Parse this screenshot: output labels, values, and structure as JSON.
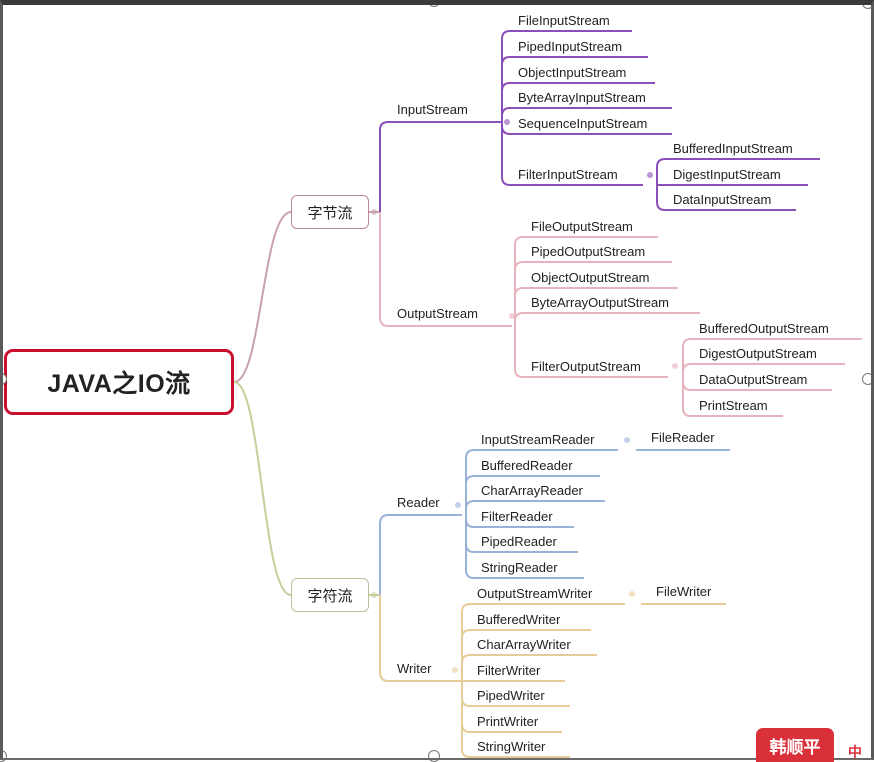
{
  "root": {
    "label": "JAVA之IO流"
  },
  "byte_stream": {
    "label": "字节流",
    "input": {
      "label": "InputStream",
      "children": [
        "FileInputStream",
        "PipedInputStream",
        "ObjectInputStream",
        "ByteArrayInputStream",
        "SequenceInputStream",
        "FilterInputStream"
      ],
      "filter_children": [
        "BufferedInputStream",
        "DigestInputStream",
        "DataInputStream"
      ]
    },
    "output": {
      "label": "OutputStream",
      "children": [
        "FileOutputStream",
        "PipedOutputStream",
        "ObjectOutputStream",
        "ByteArrayOutputStream",
        "FilterOutputStream"
      ],
      "filter_children": [
        "BufferedOutputStream",
        "DigestOutputStream",
        "DataOutputStream",
        "PrintStream"
      ]
    }
  },
  "char_stream": {
    "label": "字符流",
    "reader": {
      "label": "Reader",
      "children": [
        "InputStreamReader",
        "BufferedReader",
        "CharArrayReader",
        "FilterReader",
        "PipedReader",
        "StringReader"
      ],
      "isr_child": "FileReader"
    },
    "writer": {
      "label": "Writer",
      "children": [
        "OutputStreamWriter",
        "BufferedWriter",
        "CharArrayWriter",
        "FilterWriter",
        "PipedWriter",
        "PrintWriter",
        "StringWriter"
      ],
      "osw_child": "FileWriter"
    }
  },
  "stamp": {
    "label": "韩顺平",
    "extra": "中"
  },
  "colors": {
    "root_border": "#c8102e",
    "input_branch": "#8a4fb8",
    "output_branch": "#e7b3bd",
    "reader_branch": "#9bb2d8",
    "writer_branch": "#e8cc97",
    "byte_curve": "#c7a2ad",
    "char_curve": "#c5cf9a",
    "stamp": "#d9303a"
  }
}
